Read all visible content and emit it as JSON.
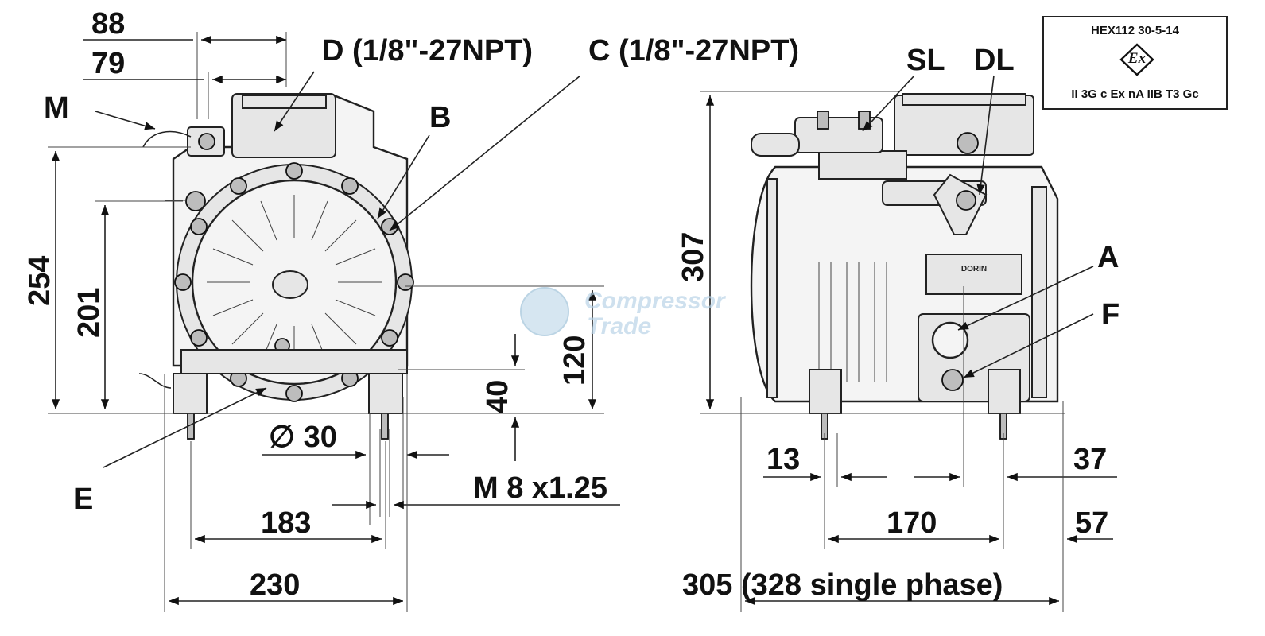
{
  "labels": {
    "D": "D (1/8\"-27NPT)",
    "C": "C (1/8\"-27NPT)",
    "M": "M",
    "B": "B",
    "E": "E",
    "SL": "SL",
    "DL": "DL",
    "A": "A",
    "F": "F",
    "thread": "M 8 x1.25",
    "shaft_diameter": "∅ 30"
  },
  "dimensions": {
    "d88": "88",
    "d79": "79",
    "d254": "254",
    "d201": "201",
    "d120": "120",
    "d40": "40",
    "d183": "183",
    "d230": "230",
    "d307": "307",
    "d13": "13",
    "d37": "37",
    "d170": "170",
    "d57": "57",
    "d305": "305 (328 single phase)"
  },
  "certification": {
    "code": "HEX112 30-5-14",
    "mark": "Ex",
    "class": "II 3G c Ex nA IIB T3 Gc"
  },
  "watermark": {
    "line1": "Compressor",
    "line2": "Trade"
  },
  "nameplate": {
    "brand": "DORIN"
  }
}
